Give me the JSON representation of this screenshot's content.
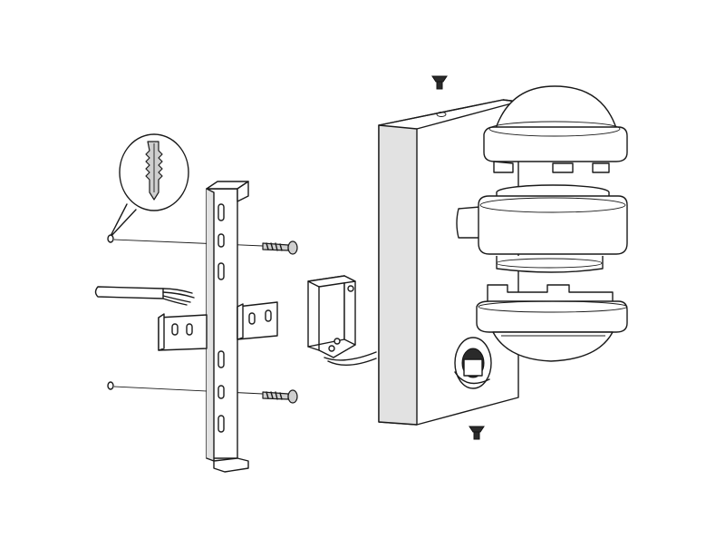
{
  "figure": {
    "kind": "exploded assembly diagram",
    "parts": [
      "wall-plug-detail",
      "wall-plugs",
      "screws",
      "mounting-bracket",
      "supply-cable",
      "terminal-box",
      "housing-body",
      "dome-cover",
      "lamp-ring",
      "lower-cap",
      "motion-sensor",
      "top-screw",
      "bottom-screw"
    ]
  }
}
